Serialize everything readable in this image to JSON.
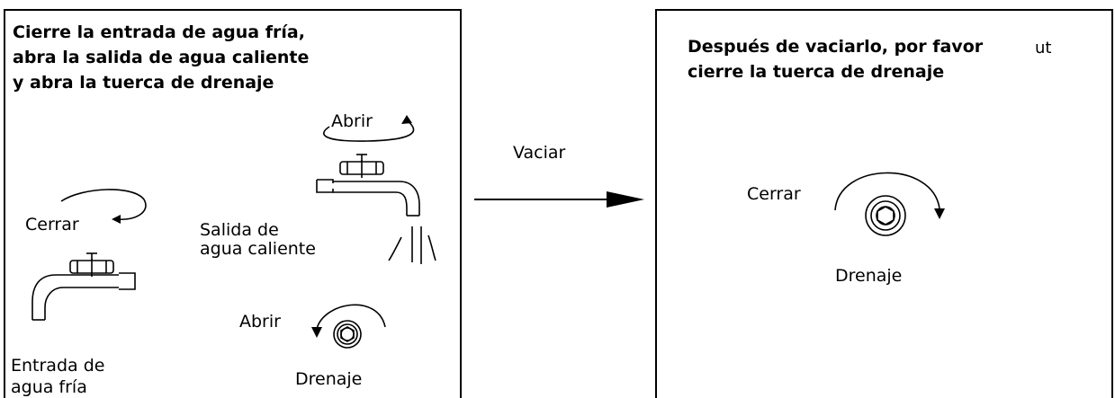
{
  "left_panel": {
    "instruction_lines": [
      "Cierre la entrada de agua fría,",
      "abra la salida de agua caliente",
      "y abra la tuerca de drenaje"
    ],
    "hot_tap_open_label": "Abrir",
    "cold_tap_close_label": "Cerrar",
    "hot_outlet_label_lines": [
      "Salida de",
      "agua caliente"
    ],
    "drain_open_label": "Abrir",
    "cold_inlet_label_lines": [
      "Entrada de",
      "agua fría"
    ],
    "drain_label": "Drenaje"
  },
  "connector": {
    "label": "Vaciar"
  },
  "right_panel": {
    "instruction_lines": [
      "Después de vaciarlo, por favor",
      "cierre la tuerca de drenaje"
    ],
    "stray_mark": "ut",
    "drain_close_label": "Cerrar",
    "drain_label": "Drenaje"
  },
  "colors": {
    "ink": "#000000",
    "background": "#ffffff"
  }
}
